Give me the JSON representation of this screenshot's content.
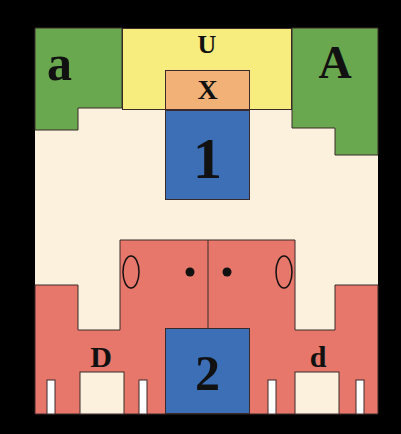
{
  "diagram": {
    "nodes": [
      {
        "text": [
          "a"
        ]
      },
      {
        "text": [
          "U"
        ]
      },
      {
        "text": [
          "X"
        ],
        "in": 1
      },
      {
        "text": [
          "A"
        ]
      },
      {
        "text": [
          "1"
        ]
      },
      {
        "text": [
          "2"
        ]
      }
    ],
    "labels": [
      "D",
      "d"
    ]
  }
}
